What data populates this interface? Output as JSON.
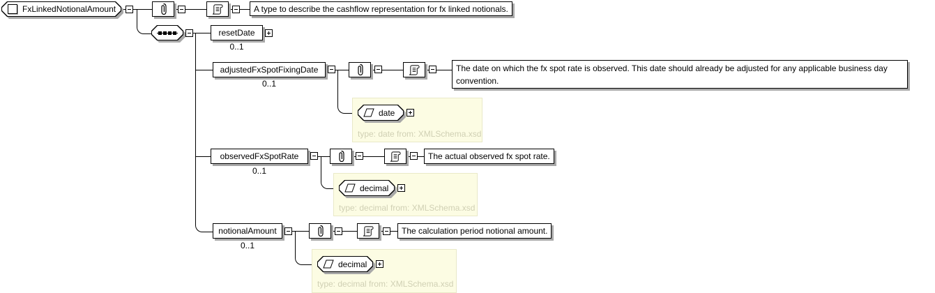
{
  "colors": {
    "line": "#000000",
    "shadow": "#a8a8a8",
    "type_bg": "#fcfce3",
    "type_border": "#e9e9c8",
    "type_note": "#d0d0b4"
  },
  "icons": {
    "complex_type": "square-icon",
    "compositor": "sequence-icon",
    "annotation": "paperclip-icon",
    "documentation": "scroll-icon",
    "simple_type": "parallelogram-icon",
    "collapse": "minus",
    "expand": "plus"
  },
  "diagram": {
    "root": {
      "label": "FxLinkedNotionalAmount",
      "doc": "A type to describe the cashflow representation for fx linked notionals."
    },
    "compositor": "sequence",
    "children": [
      {
        "name": "resetDate",
        "cardinality": "0..1"
      },
      {
        "name": "adjustedFxSpotFixingDate",
        "cardinality": "0..1",
        "doc": "The date on which the fx spot rate is observed. This date should already be adjusted for any applicable business day convention.",
        "type": {
          "name": "date",
          "note": "type: date from: XMLSchema.xsd"
        }
      },
      {
        "name": "observedFxSpotRate",
        "cardinality": "0..1",
        "doc": "The actual observed fx spot rate.",
        "type": {
          "name": "decimal",
          "note": "type: decimal from: XMLSchema.xsd"
        }
      },
      {
        "name": "notionalAmount",
        "cardinality": "0..1",
        "doc": "The calculation period notional amount.",
        "type": {
          "name": "decimal",
          "note": "type: decimal from: XMLSchema.xsd"
        }
      }
    ]
  }
}
